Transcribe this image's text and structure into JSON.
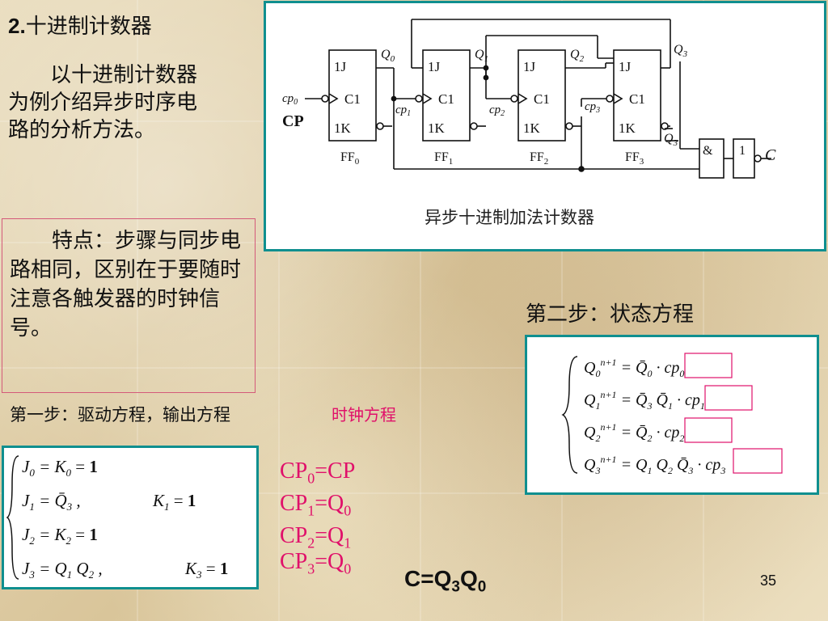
{
  "slide": {
    "title_num": "2.",
    "title_text": "十进制计数器",
    "intro": "以十进制计数器为例介绍异步时序电路的分析方法。",
    "feature": "特点：步骤与同步电路相同，区别在于要随时注意各触发器的时钟信号。",
    "step1": "第一步：驱动方程，输出方程",
    "clock_eq_label": "时钟方程",
    "step2": "第二步：状态方程",
    "page_number": "35"
  },
  "circuit": {
    "caption": "异步十进制加法计数器",
    "cp_label": "CP",
    "flipflops": [
      "FF0",
      "FF1",
      "FF2",
      "FF3"
    ],
    "and_gate": "&",
    "not_gate": "1",
    "output": "C"
  },
  "clock_equations": [
    "CP0=CP",
    "CP1=Q0",
    "CP2=Q1",
    "CP3=Q0"
  ],
  "drive_equations": [
    "J0 = K0 = 1",
    "J1 = Q̄3 , K1 = 1",
    "J2 = K2 = 1",
    "J3 = Q1Q2 , K3 = 1"
  ],
  "state_equations": [
    "Q0^n+1 = Q̄0 · cp0",
    "Q1^n+1 = Q̄3 Q̄1 · cp1",
    "Q2^n+1 = Q̄2 · cp2",
    "Q3^n+1 = Q1 Q2 Q̄3 · cp3"
  ],
  "output_equation": "C=Q3Q0"
}
